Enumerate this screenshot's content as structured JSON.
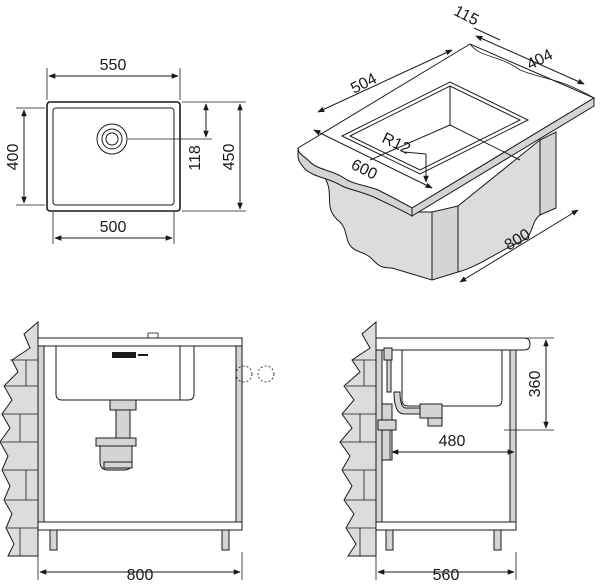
{
  "top_view": {
    "width_outer": "550",
    "width_inner": "500",
    "height_inner": "400",
    "height_outer": "450",
    "drain_offset": "118"
  },
  "iso_view": {
    "top_overhang": "115",
    "back_depth": "404",
    "bowl_length": "504",
    "corner_radius": "R12",
    "front_width": "600",
    "cabinet_depth": "800"
  },
  "front_view": {
    "cabinet_width": "800"
  },
  "side_view": {
    "bowl_depth": "360",
    "drain_distance": "480",
    "cabinet_depth": "560"
  }
}
